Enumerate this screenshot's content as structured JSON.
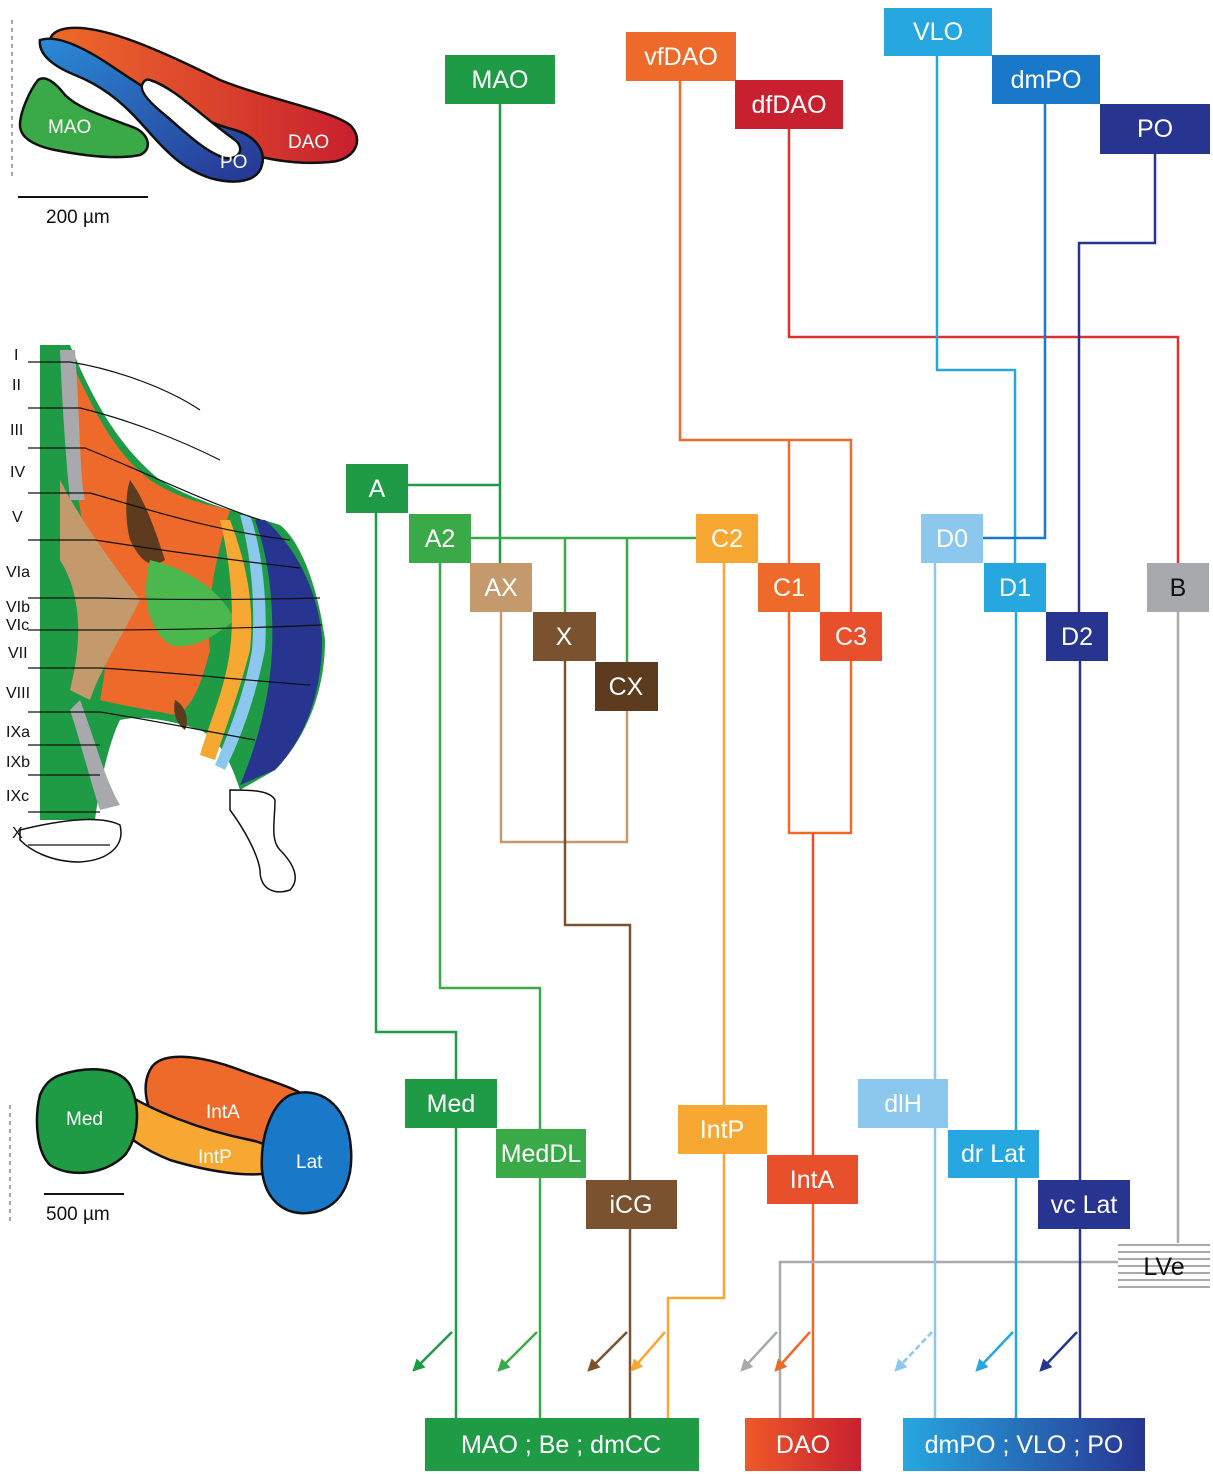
{
  "olive_atlas": {
    "labels": {
      "mao": "MAO",
      "po": "PO",
      "dao": "DAO"
    },
    "scale_bar": "200 µm"
  },
  "cerebellum_atlas": {
    "lobules": [
      "I",
      "II",
      "III",
      "IV",
      "V",
      "VIa",
      "VIb",
      "VIc",
      "VII",
      "VIII",
      "IXa",
      "IXb",
      "IXc",
      "X"
    ]
  },
  "nuclei_atlas": {
    "labels": {
      "med": "Med",
      "inta": "IntA",
      "intp": "IntP",
      "lat": "Lat"
    },
    "scale_bar": "500 µm"
  },
  "olive_boxes": {
    "mao": "MAO",
    "vfdao": "vfDAO",
    "dfdao": "dfDAO",
    "vlo": "VLO",
    "dmpo": "dmPO",
    "po": "PO"
  },
  "zone_boxes": {
    "a": "A",
    "a2": "A2",
    "ax": "AX",
    "x": "X",
    "cx": "CX",
    "c2": "C2",
    "c1": "C1",
    "c3": "C3",
    "d0": "D0",
    "d1": "D1",
    "d2": "D2",
    "b": "B"
  },
  "nucleus_boxes": {
    "med": "Med",
    "meddl": "MedDL",
    "icg": "iCG",
    "intp": "IntP",
    "inta": "IntA",
    "dlh": "dlH",
    "drlat": "dr Lat",
    "vclat": "vc Lat",
    "lve": "LVe"
  },
  "target_boxes": {
    "green": "MAO ; Be ; dmCC",
    "red": "DAO",
    "blue": "dmPO ; VLO ; PO"
  },
  "colors": {
    "green_dark": "#1f9a45",
    "green_mid": "#3aaa48",
    "green_light": "#4ab84c",
    "tan": "#c49a6c",
    "brown": "#7a5230",
    "brown_dark": "#5c3b1e",
    "orange_yellow": "#f7a833",
    "orange": "#ee6a2a",
    "orange_red": "#e8502b",
    "red": "#c8202f",
    "sky": "#27a7e0",
    "sky_light": "#8cc8ee",
    "blue_mid": "#1a78c8",
    "navy": "#273591",
    "gray": "#a7a9ac"
  }
}
